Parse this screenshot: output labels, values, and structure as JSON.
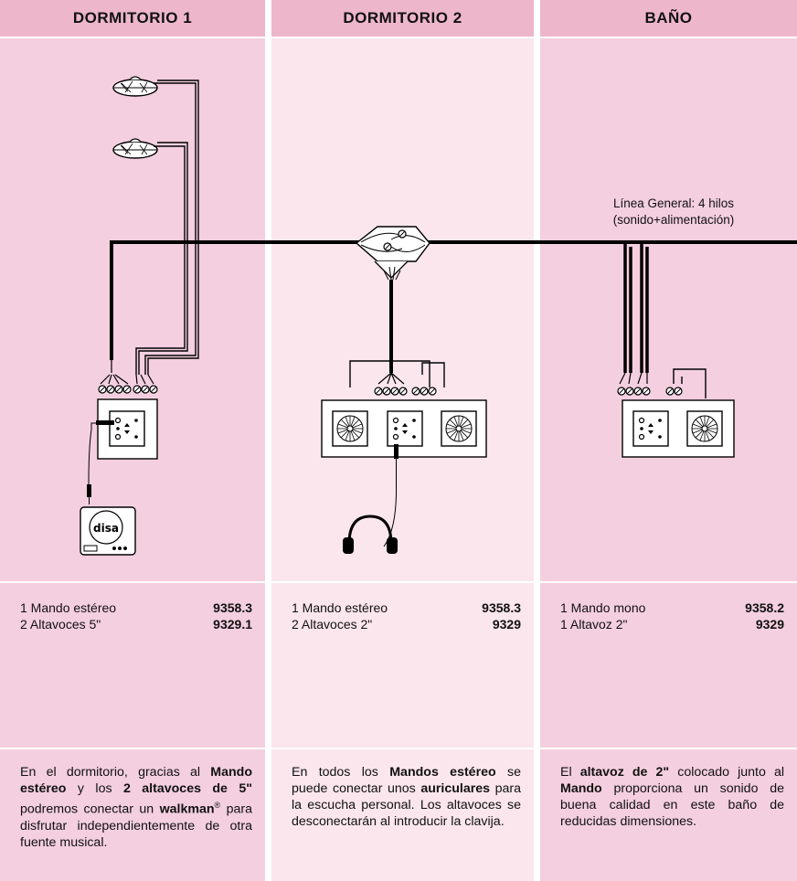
{
  "columns": [
    {
      "title": "DORMITORIO 1",
      "items": [
        {
          "label": "1 Mando estéreo",
          "code": "9358.3"
        },
        {
          "label": "2 Altavoces  5\"",
          "code": "9329.1"
        }
      ],
      "description": [
        {
          "t": "En el dormitorio, gracias al "
        },
        {
          "t": "Mando estéreo",
          "b": true
        },
        {
          "t": " y los "
        },
        {
          "t": "2 altavoces de 5\"",
          "b": true
        },
        {
          "t": " podremos conectar un "
        },
        {
          "t": "walkman",
          "b": true
        },
        {
          "t": "®",
          "sup": true
        },
        {
          "t": " para disfrutar independientemente de otra fuente musical."
        }
      ]
    },
    {
      "title": "DORMITORIO 2",
      "items": [
        {
          "label": "1 Mando estéreo",
          "code": "9358.3"
        },
        {
          "label": "2 Altavoces 2\"",
          "code": "9329"
        }
      ],
      "description": [
        {
          "t": "En todos los "
        },
        {
          "t": "Mandos estéreo",
          "b": true
        },
        {
          "t": " se puede conectar unos "
        },
        {
          "t": "auriculares",
          "b": true
        },
        {
          "t": " para la escucha personal. Los altavoces se desconectarán al introducir la clavija."
        }
      ]
    },
    {
      "title": "BAÑO",
      "items": [
        {
          "label": "1 Mando mono",
          "code": "9358.2"
        },
        {
          "label": "1 Altavoz 2\"",
          "code": "9329"
        }
      ],
      "description": [
        {
          "t": "El "
        },
        {
          "t": "altavoz de 2\"",
          "b": true
        },
        {
          "t": " colocado junto al "
        },
        {
          "t": "Mando",
          "b": true
        },
        {
          "t": " proporciona un sonido de buena calidad en este baño de reducidas dimensiones."
        }
      ]
    }
  ],
  "line_label": [
    "Línea General: 4 hilos",
    "(sonido+alimentación)"
  ],
  "device_brand": "disa"
}
